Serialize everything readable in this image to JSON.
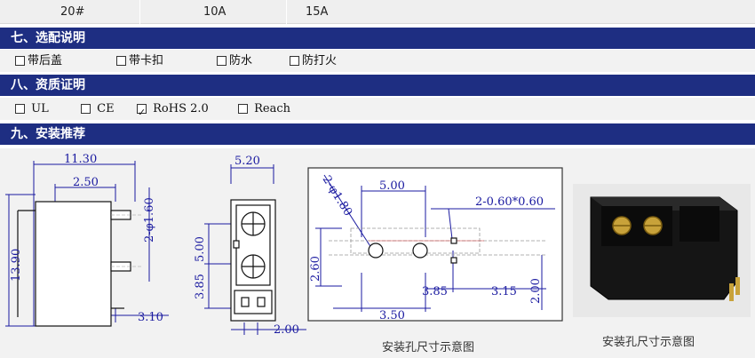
{
  "spec_row": {
    "c1": "20#",
    "c2": "10A",
    "c3": "15A"
  },
  "section7": {
    "title": "七、选配说明",
    "options": [
      {
        "label": "带后盖",
        "checked": false
      },
      {
        "label": "带卡扣",
        "checked": false
      },
      {
        "label": "防水",
        "checked": false
      },
      {
        "label": "防打火",
        "checked": false
      }
    ]
  },
  "section8": {
    "title": "八、资质证明",
    "options": [
      {
        "label": "UL",
        "checked": false
      },
      {
        "label": "CE",
        "checked": false
      },
      {
        "label": "RoHS 2.0",
        "checked": true
      },
      {
        "label": "Reach",
        "checked": false
      }
    ]
  },
  "section9": {
    "title": "九、安装推荐"
  },
  "drawing1": {
    "dims": {
      "width": "11.30",
      "pin_offset": "2.50",
      "pin_dia": "2-φ1.60",
      "height": "13.90",
      "bottom": "3.10"
    }
  },
  "drawing2": {
    "dims": {
      "width": "5.20",
      "pitch": "5.00",
      "offset": "3.85",
      "bottom": "2.00"
    }
  },
  "drawing3": {
    "dims": {
      "hole_dia": "2-φ1.80",
      "pitch": "5.00",
      "slot": "2-0.60*0.60",
      "height": "2.60",
      "offset": "3.85",
      "slot_offset": "3.15",
      "depth": "2.00",
      "left": "3.50"
    },
    "caption": "安装孔尺寸示意图"
  },
  "photo": {
    "caption": "安装孔尺寸示意图"
  }
}
